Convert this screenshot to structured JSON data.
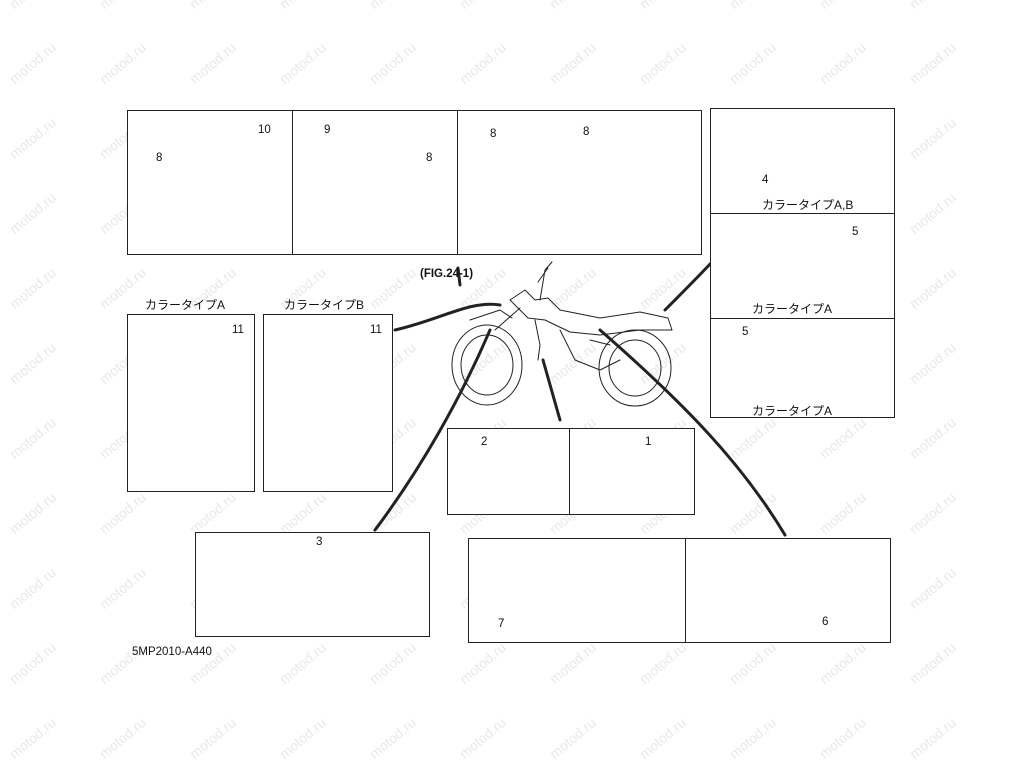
{
  "labels": {
    "fig_ref": "(FIG.24-1)",
    "part_code": "5MP2010-A440",
    "color_ab": "カラータイプA,B",
    "color_a": "カラータイプA",
    "color_b": "カラータイプB"
  },
  "callouts": {
    "c1": "1",
    "c2": "2",
    "c3": "3",
    "c4": "4",
    "c5": "5",
    "c6": "6",
    "c7": "7",
    "c8": "8",
    "c9": "9",
    "c10": "10",
    "c11": "11"
  },
  "watermark": "motod.ru",
  "colors": {
    "line": "#222222",
    "background": "#ffffff"
  }
}
